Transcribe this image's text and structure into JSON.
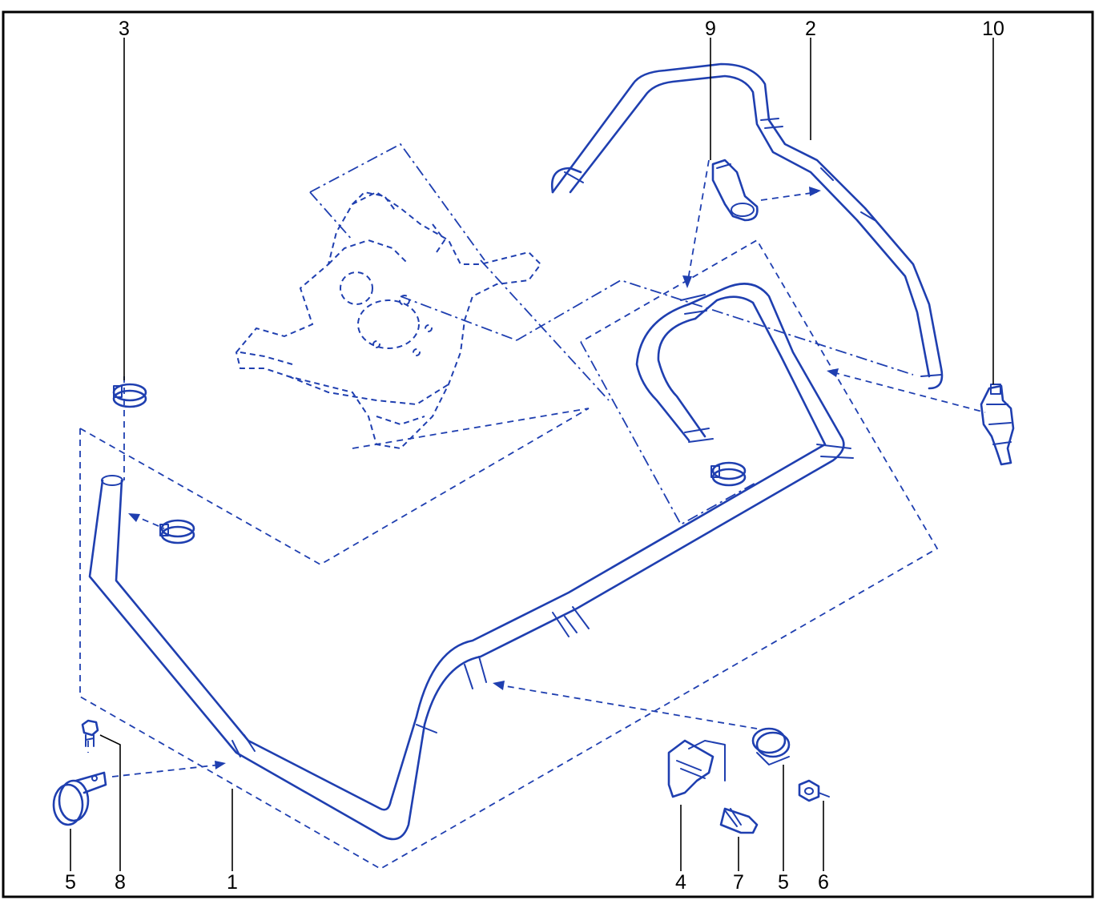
{
  "colors": {
    "line": "#1f3fb0",
    "border": "#000000",
    "text": "#000000"
  },
  "callouts": {
    "top": [
      {
        "id": "c3",
        "label": "3"
      },
      {
        "id": "c9",
        "label": "9"
      },
      {
        "id": "c2",
        "label": "2"
      },
      {
        "id": "c10",
        "label": "10"
      }
    ],
    "bottom": [
      {
        "id": "c5a",
        "label": "5"
      },
      {
        "id": "c8",
        "label": "8"
      },
      {
        "id": "c1",
        "label": "1"
      },
      {
        "id": "c4",
        "label": "4"
      },
      {
        "id": "c7",
        "label": "7"
      },
      {
        "id": "c5b",
        "label": "5"
      },
      {
        "id": "c6",
        "label": "6"
      }
    ]
  }
}
